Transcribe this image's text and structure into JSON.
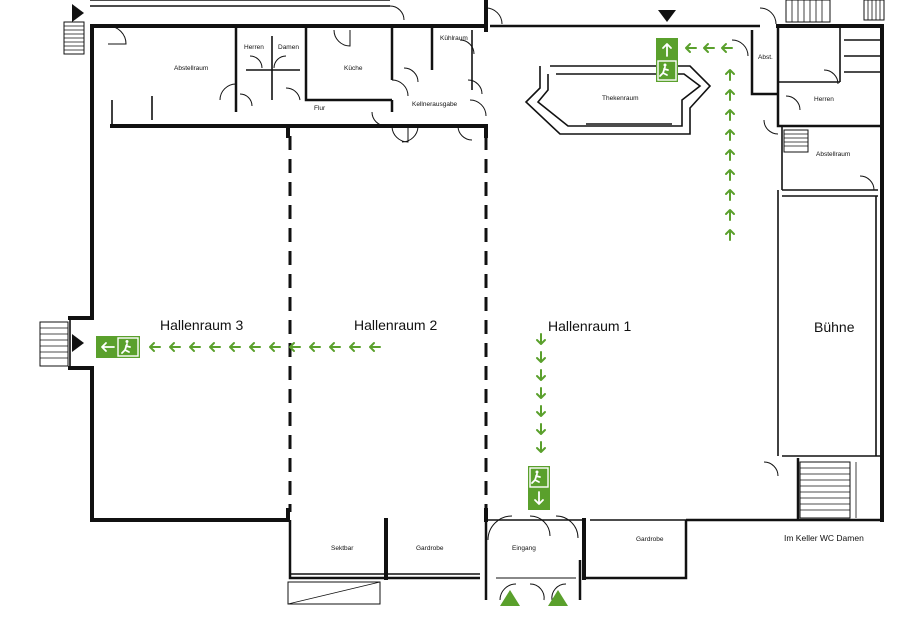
{
  "rooms": {
    "abstellraum_top": "Abstellraum",
    "herren_top": "Herren",
    "damen_top": "Damen",
    "kueche": "Küche",
    "kuehlraum": "Kühlraum",
    "flur": "Flur",
    "kellnerausgabe": "Kellnerausgabe",
    "thekenraum": "Thekenraum",
    "abst": "Abst.",
    "herren_right": "Herren",
    "abstellraum_right": "Abstellraum",
    "hallenraum_3": "Hallenraum 3",
    "hallenraum_2": "Hallenraum 2",
    "hallenraum_1": "Hallenraum 1",
    "buehne": "Bühne",
    "sektbar": "Sektbar",
    "gardrobe_left": "Gardrobe",
    "eingang": "Eingang",
    "gardrobe_right": "Gardrobe"
  },
  "notes": {
    "wc_note": "Im Keller WC Damen"
  },
  "colors": {
    "wall": "#111111",
    "escape_route": "#5aa02c",
    "background": "#ffffff"
  },
  "icons": {
    "exit_sign": "emergency-exit-running-man-icon",
    "route_arrow": "arrow-icon",
    "door_marker": "triangle-marker-icon"
  }
}
